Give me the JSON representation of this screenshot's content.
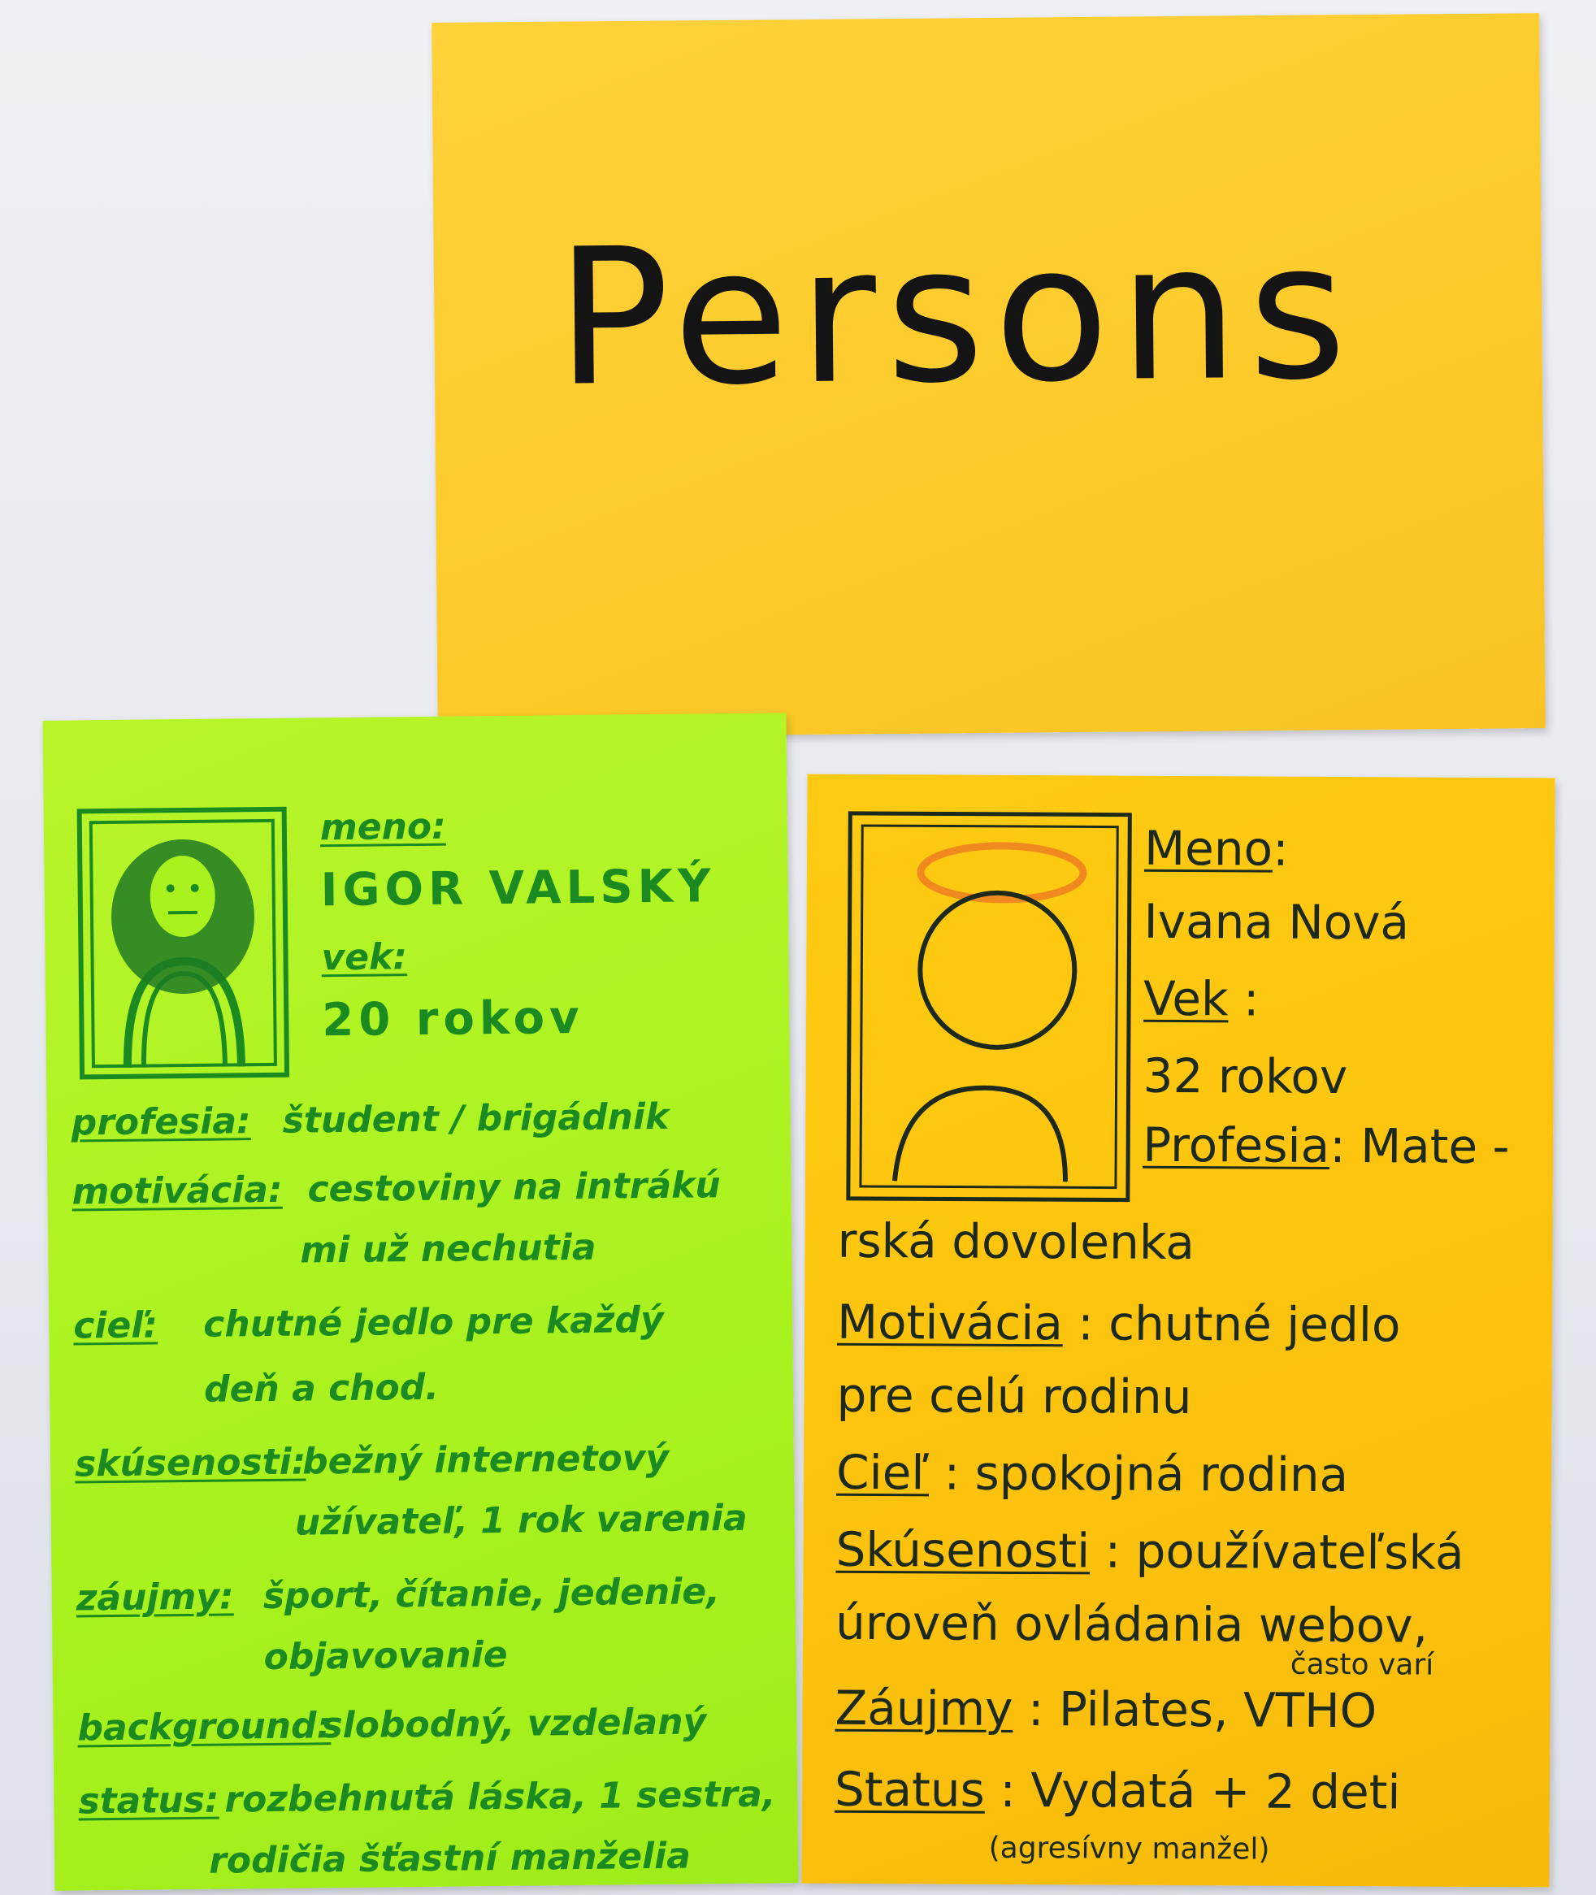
{
  "title_note": {
    "text": "Persons"
  },
  "persona_1": {
    "name_label": "meno:",
    "name": "IGOR VALSKÝ",
    "age_label": "vek:",
    "age": "20 rokov",
    "profession_label": "profesia:",
    "profession": "študent / brigádnik",
    "motivation_label": "motivácia:",
    "motivation_1": "cestoviny na intrákú",
    "motivation_2": "mi už nechutia",
    "goal_label": "cieľ:",
    "goal_1": "chutné jedlo pre každý",
    "goal_2": "deň a chod.",
    "experience_label": "skúsenosti:",
    "experience_1": "bežný internetový",
    "experience_2": "užívateľ, 1 rok varenia",
    "interests_label": "záujmy:",
    "interests_1": "šport, čítanie, jedenie,",
    "interests_2": "objavovanie",
    "background_label": "background:",
    "background": "slobodný, vzdelaný",
    "status_label": "status:",
    "status_1": "rozbehnutá láska, 1 sestra,",
    "status_2": "rodičia šťastní manželia"
  },
  "persona_2": {
    "name_label": "Meno",
    "name": "Ivana Nová",
    "age_label": "Vek",
    "age": "32 rokov",
    "profession_label": "Profesia",
    "profession_1": "Mate -",
    "profession_2": "rská dovolenka",
    "motivation_label": "Motivácia",
    "motivation_1": "chutné jedlo",
    "motivation_2": "pre celú rodinu",
    "goal_label": "Cieľ",
    "goal": "spokojná rodina",
    "experience_label": "Skúsenosti",
    "experience_1": "používateľská",
    "experience_2": "úroveň ovládania webov,",
    "experience_note": "často varí",
    "interests_label": "Záujmy",
    "interests": "Pilates, VTHO",
    "status_label": "Status",
    "status": "Vydatá + 2 deti",
    "status_note": "(agresívny manžel)"
  },
  "colors": {
    "title_note": "#fdca2a",
    "green_note": "#a9f21e",
    "yellow_note": "#fcc20d",
    "green_ink": "#1a8a21",
    "dark_ink": "#1d2a1a",
    "halo": "#f08a1e"
  }
}
